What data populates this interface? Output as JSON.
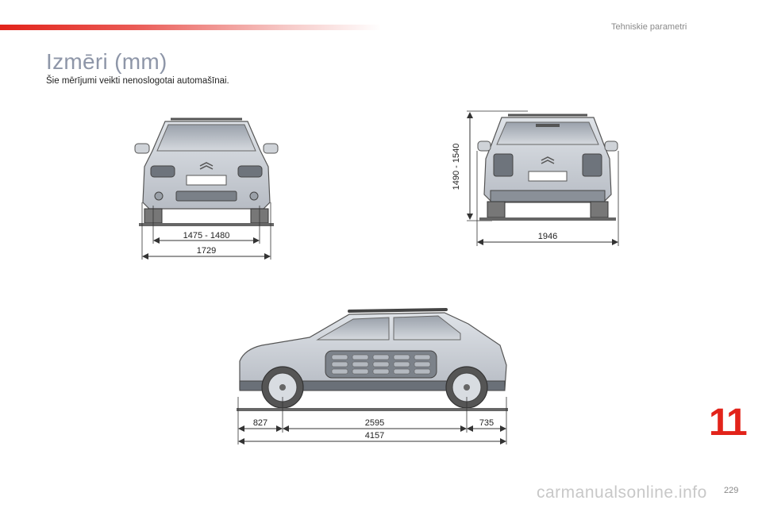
{
  "header": {
    "section_title": "Tehniskie parametri",
    "accent_color": "#e2231a"
  },
  "page": {
    "title": "Izmēri (mm)",
    "subtitle": "Šie mērījumi veikti nenoslogotai automašīnai.",
    "chapter_number": "11",
    "page_number": "229"
  },
  "front_view": {
    "dim_track": "1475 - 1480",
    "dim_width": "1729"
  },
  "rear_view": {
    "dim_height": "1490 - 1540",
    "dim_width_mirrors": "1946"
  },
  "side_view": {
    "dim_front_overhang": "827",
    "dim_wheelbase": "2595",
    "dim_rear_overhang": "735",
    "dim_length": "4157"
  },
  "footer": {
    "watermark": "carmanualsonline.info"
  }
}
